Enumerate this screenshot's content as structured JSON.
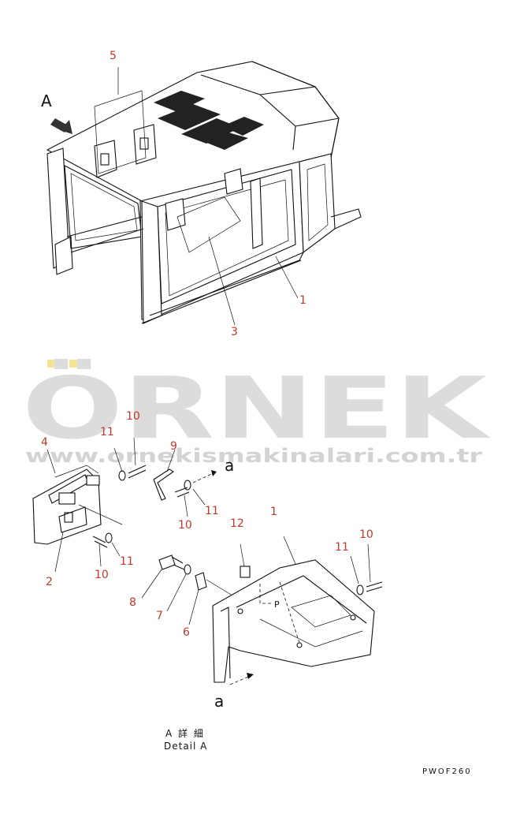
{
  "callouts": {
    "top_5": "5",
    "top_1": "1",
    "top_3": "3",
    "view_arrow": "A",
    "d_4": "4",
    "d_11a": "11",
    "d_10a": "10",
    "d_9": "9",
    "d_a1": "a",
    "d_11b": "11",
    "d_10b": "10",
    "d_11c": "11",
    "d_2": "2",
    "d_10c": "10",
    "d_12": "12",
    "d_1": "1",
    "d_11d": "11",
    "d_10d": "10",
    "d_8": "8",
    "d_7": "7",
    "d_6": "6",
    "d_p": "P",
    "d_a2": "a"
  },
  "detail_caption": {
    "line1": "A 詳 細",
    "line2": "Detail A"
  },
  "drawing_code": "PWOF260",
  "watermark": {
    "logo": "ÖRNEK",
    "url": "www.ornekismakinalari.com.tr"
  },
  "colors": {
    "callout": "#c0392b",
    "line": "#111111",
    "watermark": "#d9d9d9",
    "watermark_accent": "#f2e08a"
  }
}
